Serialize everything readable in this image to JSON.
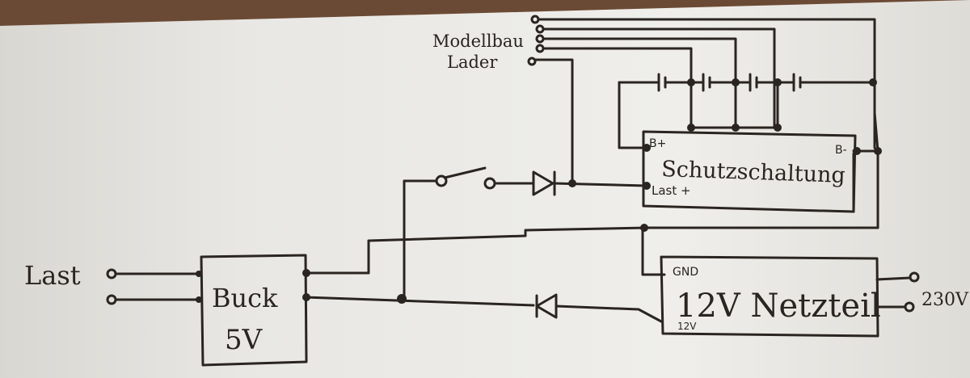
{
  "labels": {
    "charger_line1": "Modellbau",
    "charger_line2": "Lader",
    "protection_circuit": "Schutzschaltung",
    "bplus": "B+",
    "bminus": "B-",
    "load_plus": "Last +",
    "load": "Last",
    "buck_line1": "Buck",
    "buck_line2": "5V",
    "psu": "12V Netzteil",
    "gnd": "GND",
    "v12": "12V",
    "mains": "230V"
  },
  "colors": {
    "paper": "#ecebe7",
    "ink": "#2a2520",
    "background": "#6b4a35"
  }
}
